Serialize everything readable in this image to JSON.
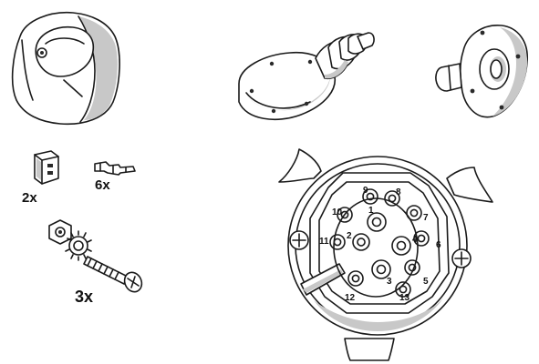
{
  "parts": {
    "socket_housing": {
      "icon": "trailer-socket-housing-icon"
    },
    "cable_boot": {
      "icon": "cable-boot-cover-icon"
    },
    "rear_seal": {
      "icon": "rear-seal-gasket-icon"
    },
    "fuse_block": {
      "icon": "contact-block-icon",
      "quantity": "2x"
    },
    "pin_contact": {
      "icon": "crimp-pin-contact-icon",
      "quantity": "6x"
    },
    "screw_set": {
      "icon": "screw-nut-washer-icon",
      "quantity": "3x"
    },
    "socket_face": {
      "icon": "13-pin-socket-face-icon",
      "pin_labels": [
        "1",
        "2",
        "3",
        "4",
        "5",
        "6",
        "7",
        "8",
        "9",
        "10",
        "11",
        "12",
        "13"
      ]
    }
  },
  "colors": {
    "ink": "#1a1a1a",
    "shade": "#c8c8c8",
    "background": "#ffffff"
  }
}
